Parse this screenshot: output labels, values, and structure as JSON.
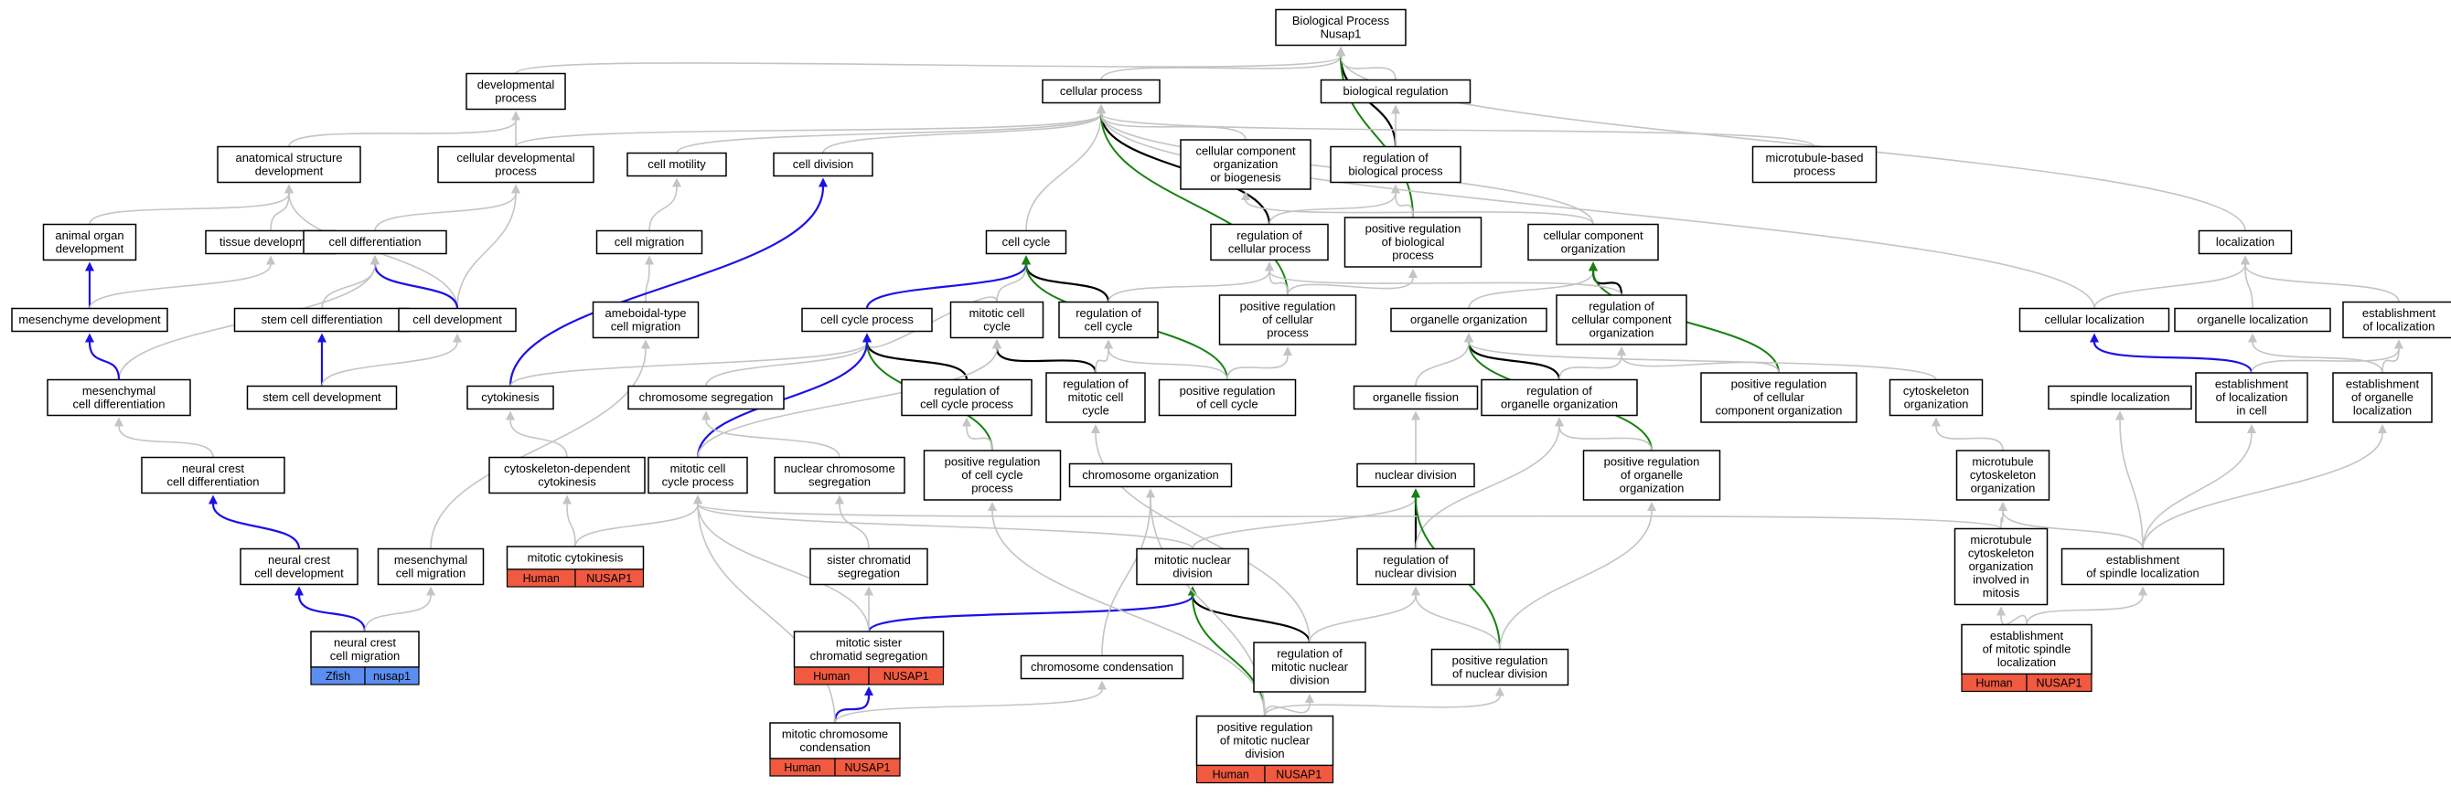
{
  "graph": {
    "nodes": [
      {
        "id": "root",
        "lines": [
          "Biological Process",
          "Nusap1"
        ]
      },
      {
        "id": "devproc",
        "lines": [
          "developmental",
          "process"
        ]
      },
      {
        "id": "cellproc",
        "lines": [
          "cellular process"
        ]
      },
      {
        "id": "bioreg",
        "lines": [
          "biological regulation"
        ]
      },
      {
        "id": "anatdev",
        "lines": [
          "anatomical structure",
          "development"
        ]
      },
      {
        "id": "celldevproc",
        "lines": [
          "cellular developmental",
          "process"
        ]
      },
      {
        "id": "cellmot",
        "lines": [
          "cell motility"
        ]
      },
      {
        "id": "celldiv",
        "lines": [
          "cell division"
        ]
      },
      {
        "id": "ccorgbio",
        "lines": [
          "cellular component",
          "organization",
          "or biogenesis"
        ]
      },
      {
        "id": "regbio",
        "lines": [
          "regulation of",
          "biological process"
        ]
      },
      {
        "id": "mtbased",
        "lines": [
          "microtubule-based",
          "process"
        ]
      },
      {
        "id": "animorg",
        "lines": [
          "animal organ",
          "development"
        ]
      },
      {
        "id": "tissdev",
        "lines": [
          "tissue development"
        ]
      },
      {
        "id": "celldiff",
        "lines": [
          "cell differentiation"
        ]
      },
      {
        "id": "cellmig",
        "lines": [
          "cell migration"
        ]
      },
      {
        "id": "cellcycle",
        "lines": [
          "cell cycle"
        ]
      },
      {
        "id": "regcell",
        "lines": [
          "regulation of",
          "cellular process"
        ]
      },
      {
        "id": "posregbio",
        "lines": [
          "positive regulation",
          "of biological",
          "process"
        ]
      },
      {
        "id": "ccorg",
        "lines": [
          "cellular component",
          "organization"
        ]
      },
      {
        "id": "localiz",
        "lines": [
          "localization"
        ]
      },
      {
        "id": "mesdev",
        "lines": [
          "mesenchyme development"
        ]
      },
      {
        "id": "stemdiff",
        "lines": [
          "stem cell differentiation"
        ]
      },
      {
        "id": "celldev",
        "lines": [
          "cell development"
        ]
      },
      {
        "id": "amoeb",
        "lines": [
          "ameboidal-type",
          "cell migration"
        ]
      },
      {
        "id": "ccproc",
        "lines": [
          "cell cycle process"
        ]
      },
      {
        "id": "mitcc",
        "lines": [
          "mitotic cell",
          "cycle"
        ]
      },
      {
        "id": "regcc",
        "lines": [
          "regulation of",
          "cell cycle"
        ]
      },
      {
        "id": "posregcell",
        "lines": [
          "positive regulation",
          "of cellular",
          "process"
        ]
      },
      {
        "id": "orgorg",
        "lines": [
          "organelle organization"
        ]
      },
      {
        "id": "regccorg",
        "lines": [
          "regulation of",
          "cellular component",
          "organization"
        ]
      },
      {
        "id": "celloc",
        "lines": [
          "cellular localization"
        ]
      },
      {
        "id": "orgloc",
        "lines": [
          "organelle localization"
        ]
      },
      {
        "id": "estloc",
        "lines": [
          "establishment",
          "of localization"
        ]
      },
      {
        "id": "mesdiff",
        "lines": [
          "mesenchymal",
          "cell differentiation"
        ]
      },
      {
        "id": "stemdev",
        "lines": [
          "stem cell development"
        ]
      },
      {
        "id": "cytok",
        "lines": [
          "cytokinesis"
        ]
      },
      {
        "id": "chrseg",
        "lines": [
          "chromosome segregation"
        ]
      },
      {
        "id": "regccp",
        "lines": [
          "regulation of",
          "cell cycle process"
        ]
      },
      {
        "id": "regmitcc",
        "lines": [
          "regulation of",
          "mitotic cell",
          "cycle"
        ]
      },
      {
        "id": "posregcc",
        "lines": [
          "positive regulation",
          "of cell cycle"
        ]
      },
      {
        "id": "orgfis",
        "lines": [
          "organelle fission"
        ]
      },
      {
        "id": "regorgorg",
        "lines": [
          "regulation of",
          "organelle organization"
        ]
      },
      {
        "id": "posregccorg",
        "lines": [
          "positive regulation",
          "of cellular",
          "component organization"
        ]
      },
      {
        "id": "cytoorg",
        "lines": [
          "cytoskeleton",
          "organization"
        ]
      },
      {
        "id": "spindloc",
        "lines": [
          "spindle localization"
        ]
      },
      {
        "id": "estlocincell",
        "lines": [
          "establishment",
          "of localization",
          "in cell"
        ]
      },
      {
        "id": "estorgloc",
        "lines": [
          "establishment",
          "of organelle",
          "localization"
        ]
      },
      {
        "id": "ncdiff",
        "lines": [
          "neural crest",
          "cell differentiation"
        ]
      },
      {
        "id": "cytodep",
        "lines": [
          "cytoskeleton-dependent",
          "cytokinesis"
        ]
      },
      {
        "id": "mitccp",
        "lines": [
          "mitotic cell",
          "cycle process"
        ]
      },
      {
        "id": "nucchrseg",
        "lines": [
          "nuclear chromosome",
          "segregation"
        ]
      },
      {
        "id": "posregccp",
        "lines": [
          "positive regulation",
          "of cell cycle",
          "process"
        ]
      },
      {
        "id": "chrorg",
        "lines": [
          "chromosome organization"
        ]
      },
      {
        "id": "nucdiv",
        "lines": [
          "nuclear division"
        ]
      },
      {
        "id": "posregorgorg",
        "lines": [
          "positive regulation",
          "of organelle",
          "organization"
        ]
      },
      {
        "id": "mtcytoorg",
        "lines": [
          "microtubule",
          "cytoskeleton",
          "organization"
        ]
      },
      {
        "id": "ncdev",
        "lines": [
          "neural crest",
          "cell development"
        ]
      },
      {
        "id": "mescellmig",
        "lines": [
          "mesenchymal",
          "cell migration"
        ]
      },
      {
        "id": "mitcyto",
        "lines": [
          "mitotic cytokinesis"
        ],
        "tag": [
          "Human",
          "NUSAP1"
        ],
        "tagColor": "#f15a40"
      },
      {
        "id": "sischrseg",
        "lines": [
          "sister chromatid",
          "segregation"
        ]
      },
      {
        "id": "mitnucdiv",
        "lines": [
          "mitotic nuclear",
          "division"
        ]
      },
      {
        "id": "regnucdiv",
        "lines": [
          "regulation of",
          "nuclear division"
        ]
      },
      {
        "id": "mtcytomit",
        "lines": [
          "microtubule",
          "cytoskeleton",
          "organization",
          "involved in",
          "mitosis"
        ]
      },
      {
        "id": "estspindle",
        "lines": [
          "establishment",
          "of spindle localization"
        ]
      },
      {
        "id": "ncmig",
        "lines": [
          "neural crest",
          "cell migration"
        ],
        "tag": [
          "Zfish",
          "nusap1"
        ],
        "tagColor": "#5b8ef0"
      },
      {
        "id": "mitsis",
        "lines": [
          "mitotic sister",
          "chromatid segregation"
        ],
        "tag": [
          "Human",
          "NUSAP1"
        ],
        "tagColor": "#f15a40"
      },
      {
        "id": "chrcond",
        "lines": [
          "chromosome condensation"
        ]
      },
      {
        "id": "regmitnuc",
        "lines": [
          "regulation of",
          "mitotic nuclear",
          "division"
        ]
      },
      {
        "id": "posregnuc",
        "lines": [
          "positive regulation",
          "of nuclear division"
        ]
      },
      {
        "id": "estmitspindle",
        "lines": [
          "establishment",
          "of mitotic spindle",
          "localization"
        ],
        "tag": [
          "Human",
          "NUSAP1"
        ],
        "tagColor": "#f15a40"
      },
      {
        "id": "mitchrcond",
        "lines": [
          "mitotic chromosome",
          "condensation"
        ],
        "tag": [
          "Human",
          "NUSAP1"
        ],
        "tagColor": "#f15a40"
      },
      {
        "id": "posregmitnuc",
        "lines": [
          "positive regulation",
          "of mitotic nuclear",
          "division"
        ],
        "tag": [
          "Human",
          "NUSAP1"
        ],
        "tagColor": "#f15a40"
      }
    ],
    "edges": [
      [
        "devproc",
        "root",
        "grey"
      ],
      [
        "cellproc",
        "root",
        "grey"
      ],
      [
        "bioreg",
        "root",
        "grey"
      ],
      [
        "regbio",
        "root",
        "black"
      ],
      [
        "posregbio",
        "root",
        "green"
      ],
      [
        "localiz",
        "root",
        "grey"
      ],
      [
        "anatdev",
        "devproc",
        "grey"
      ],
      [
        "celldevproc",
        "devproc",
        "grey"
      ],
      [
        "celldevproc",
        "cellproc",
        "grey"
      ],
      [
        "cellmot",
        "cellproc",
        "grey"
      ],
      [
        "celldiv",
        "cellproc",
        "grey"
      ],
      [
        "ccorgbio",
        "cellproc",
        "grey"
      ],
      [
        "mtbased",
        "cellproc",
        "grey"
      ],
      [
        "cellcycle",
        "cellproc",
        "grey"
      ],
      [
        "regcell",
        "cellproc",
        "black"
      ],
      [
        "posregcell",
        "cellproc",
        "green"
      ],
      [
        "ccorg",
        "cellproc",
        "grey"
      ],
      [
        "celloc",
        "cellproc",
        "grey"
      ],
      [
        "regbio",
        "bioreg",
        "grey"
      ],
      [
        "animorg",
        "anatdev",
        "grey"
      ],
      [
        "tissdev",
        "anatdev",
        "grey"
      ],
      [
        "celldev",
        "anatdev",
        "grey"
      ],
      [
        "celldiff",
        "celldevproc",
        "grey"
      ],
      [
        "celldev",
        "celldevproc",
        "grey"
      ],
      [
        "cellmig",
        "cellmot",
        "grey"
      ],
      [
        "ccorg",
        "ccorgbio",
        "grey"
      ],
      [
        "regcell",
        "regbio",
        "grey"
      ],
      [
        "posregbio",
        "regbio",
        "grey"
      ],
      [
        "mesdev",
        "animorg",
        "blue"
      ],
      [
        "mesdev",
        "tissdev",
        "grey"
      ],
      [
        "stemdiff",
        "celldiff",
        "grey"
      ],
      [
        "celldev",
        "celldiff",
        "blue"
      ],
      [
        "mesdiff",
        "celldiff",
        "grey"
      ],
      [
        "amoeb",
        "cellmig",
        "grey"
      ],
      [
        "ccproc",
        "cellcycle",
        "blue"
      ],
      [
        "mitcc",
        "cellcycle",
        "grey"
      ],
      [
        "regcc",
        "cellcycle",
        "black"
      ],
      [
        "posregcc",
        "cellcycle",
        "green"
      ],
      [
        "regcc",
        "regcell",
        "grey"
      ],
      [
        "posregcell",
        "regcell",
        "grey"
      ],
      [
        "posregcell",
        "posregbio",
        "grey"
      ],
      [
        "orgorg",
        "ccorg",
        "grey"
      ],
      [
        "regccorg",
        "ccorg",
        "black"
      ],
      [
        "posregccorg",
        "ccorg",
        "green"
      ],
      [
        "celloc",
        "localiz",
        "grey"
      ],
      [
        "orgloc",
        "localiz",
        "grey"
      ],
      [
        "estloc",
        "localiz",
        "grey"
      ],
      [
        "mesdiff",
        "mesdev",
        "blue"
      ],
      [
        "stemdev",
        "stemdiff",
        "blue"
      ],
      [
        "stemdev",
        "celldev",
        "grey"
      ],
      [
        "cytok",
        "celldiv",
        "blue"
      ],
      [
        "cytok",
        "ccproc",
        "grey"
      ],
      [
        "mitcc",
        "ccproc",
        "grey"
      ],
      [
        "regccp",
        "ccproc",
        "black"
      ],
      [
        "posregccp",
        "ccproc",
        "green"
      ],
      [
        "chrseg",
        "ccproc",
        "grey"
      ],
      [
        "regmitcc",
        "mitcc",
        "black"
      ],
      [
        "regmitcc",
        "regcc",
        "grey"
      ],
      [
        "posregcc",
        "regcc",
        "grey"
      ],
      [
        "posregcc",
        "posregcell",
        "grey"
      ],
      [
        "regccorg",
        "regcell",
        "grey"
      ],
      [
        "regorgorg",
        "orgorg",
        "black"
      ],
      [
        "posregorgorg",
        "orgorg",
        "green"
      ],
      [
        "orgfis",
        "orgorg",
        "grey"
      ],
      [
        "cytoorg",
        "orgorg",
        "grey"
      ],
      [
        "regorgorg",
        "regccorg",
        "grey"
      ],
      [
        "posregccorg",
        "regccorg",
        "grey"
      ],
      [
        "estlocincell",
        "celloc",
        "blue"
      ],
      [
        "estlocincell",
        "estloc",
        "grey"
      ],
      [
        "estorgloc",
        "orgloc",
        "grey"
      ],
      [
        "estorgloc",
        "estloc",
        "grey"
      ],
      [
        "ncdiff",
        "mesdiff",
        "grey"
      ],
      [
        "mitccp",
        "ccproc",
        "blue"
      ],
      [
        "mitccp",
        "mitcc",
        "grey"
      ],
      [
        "nucchrseg",
        "chrseg",
        "grey"
      ],
      [
        "posregccp",
        "regccp",
        "grey"
      ],
      [
        "nucdiv",
        "orgfis",
        "grey"
      ],
      [
        "posregorgorg",
        "regorgorg",
        "grey"
      ],
      [
        "mtcytoorg",
        "cytoorg",
        "grey"
      ],
      [
        "ncdev",
        "ncdiff",
        "blue"
      ],
      [
        "cytodep",
        "cytok",
        "grey"
      ],
      [
        "mitcyto",
        "cytodep",
        "grey"
      ],
      [
        "mitcyto",
        "mitccp",
        "grey"
      ],
      [
        "sischrseg",
        "nucchrseg",
        "grey"
      ],
      [
        "mitnucdiv",
        "nucdiv",
        "grey"
      ],
      [
        "mitnucdiv",
        "mitccp",
        "grey"
      ],
      [
        "regnucdiv",
        "nucdiv",
        "black"
      ],
      [
        "regnucdiv",
        "regorgorg",
        "grey"
      ],
      [
        "mtcytomit",
        "mtcytoorg",
        "grey"
      ],
      [
        "mtcytomit",
        "mitccp",
        "grey"
      ],
      [
        "estspindle",
        "spindloc",
        "grey"
      ],
      [
        "estspindle",
        "estlocincell",
        "grey"
      ],
      [
        "estspindle",
        "estorgloc",
        "grey"
      ],
      [
        "estspindle",
        "mtcytoorg",
        "grey"
      ],
      [
        "ncmig",
        "ncdev",
        "blue"
      ],
      [
        "ncmig",
        "mescellmig",
        "grey"
      ],
      [
        "mescellmig",
        "amoeb",
        "grey"
      ],
      [
        "mitsis",
        "sischrseg",
        "grey"
      ],
      [
        "mitsis",
        "mitnucdiv",
        "blue"
      ],
      [
        "mitsis",
        "mitccp",
        "grey"
      ],
      [
        "chrcond",
        "chrorg",
        "grey"
      ],
      [
        "regmitnuc",
        "mitnucdiv",
        "black"
      ],
      [
        "regmitnuc",
        "regnucdiv",
        "grey"
      ],
      [
        "regmitnuc",
        "regmitcc",
        "grey"
      ],
      [
        "posregnuc",
        "nucdiv",
        "green"
      ],
      [
        "posregnuc",
        "regnucdiv",
        "grey"
      ],
      [
        "posregnuc",
        "posregorgorg",
        "grey"
      ],
      [
        "estmitspindle",
        "estspindle",
        "grey"
      ],
      [
        "estmitspindle",
        "mtcytomit",
        "grey"
      ],
      [
        "mitchrcond",
        "mitsis",
        "blue"
      ],
      [
        "mitchrcond",
        "chrcond",
        "grey"
      ],
      [
        "mitchrcond",
        "mitccp",
        "grey"
      ],
      [
        "posregmitnuc",
        "mitnucdiv",
        "green"
      ],
      [
        "posregmitnuc",
        "regmitnuc",
        "grey"
      ],
      [
        "posregmitnuc",
        "posregnuc",
        "grey"
      ],
      [
        "posregmitnuc",
        "posregccp",
        "grey"
      ],
      [
        "posregmitnuc",
        "chrorg",
        "grey"
      ]
    ]
  },
  "edge_colors": {
    "grey": "#c4c4c4",
    "black": "#000000",
    "blue": "#1b10e8",
    "green": "#16820f"
  }
}
